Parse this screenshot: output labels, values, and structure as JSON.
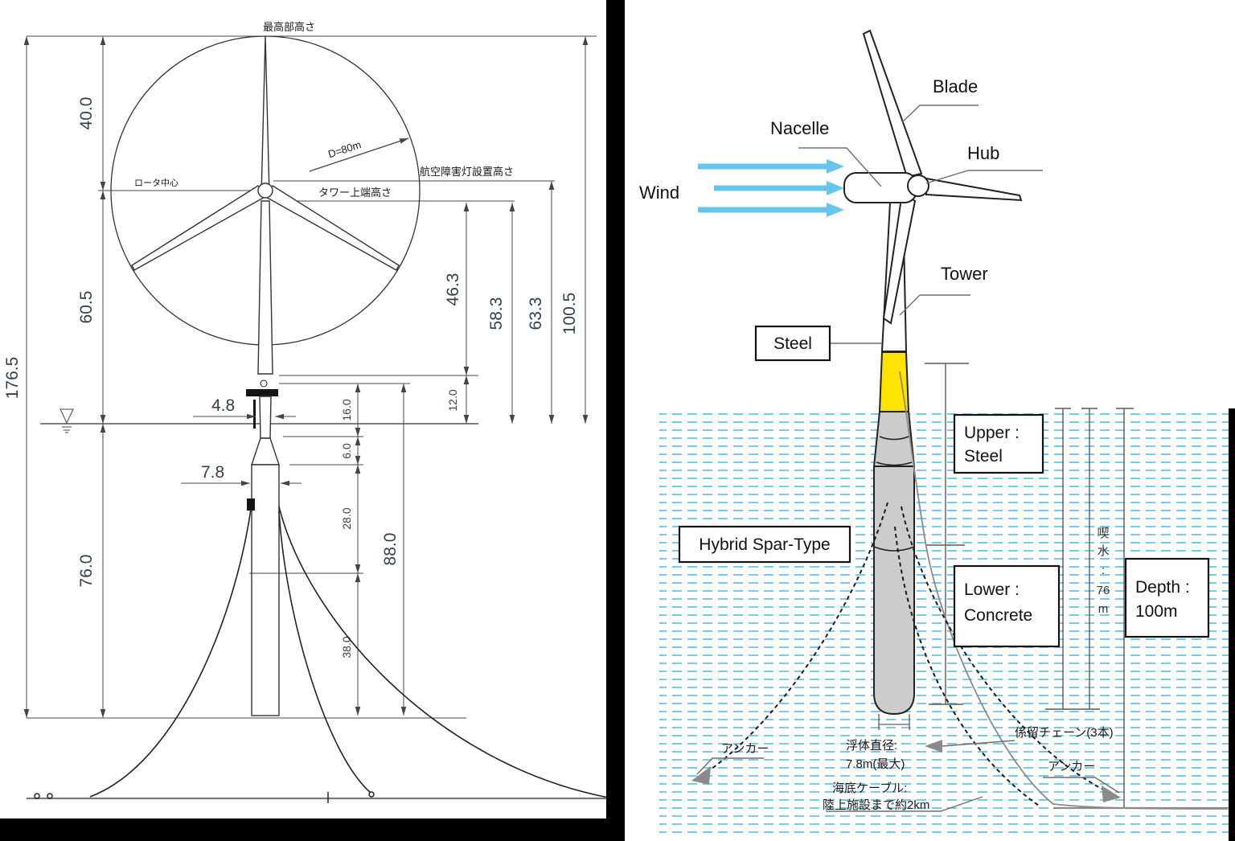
{
  "left": {
    "top_height_label": "最高部高さ",
    "rotor_center_label": "ロータ中心",
    "aviation_light_height_label": "航空障害灯設置高さ",
    "tower_top_height_label": "タワー上端高さ",
    "rotor_diameter_label": "D=80m",
    "dim_overall": "176.5",
    "dim_hub_to_top": "40.0",
    "dim_hub_above_waterline": "60.5",
    "dim_draft": "76.0",
    "dim_tower_upper": "46.3",
    "dim_deck_to_waterline": "12.0",
    "dim_tower_top_height": "58.3",
    "dim_light_height": "63.3",
    "dim_tip_above_waterline": "100.5",
    "dim_upper_column": "16.0",
    "dim_taper_section": "6.0",
    "dim_mid_column": "28.0",
    "dim_lower_column": "38.0",
    "dim_submerged_total": "88.0",
    "dim_neck_diameter": "4.8",
    "dim_spar_diameter": "7.8"
  },
  "right": {
    "wind_label": "Wind",
    "blade_label": "Blade",
    "nacelle_label": "Nacelle",
    "hub_label": "Hub",
    "tower_label": "Tower",
    "steel_label": "Steel",
    "upper_box": {
      "line1": "Upper :",
      "line2": "Steel"
    },
    "lower_box": {
      "line1": "Lower :",
      "line2": "Concrete"
    },
    "type_box_label": "Hybrid Spar-Type",
    "depth_box": {
      "line1": "Depth :",
      "line2": "100m"
    },
    "draft": {
      "c1": "喫",
      "c2": "水",
      "c3": ":",
      "c4": "76",
      "c5": "m"
    },
    "anchor_left_label": "アンカー",
    "anchor_right_label": "アンカー",
    "mooring_chain_label": "係留チェーン(3本)",
    "float_diameter": {
      "line1": "浮体直径:",
      "line2": "7.8m(最大)"
    },
    "seabed_cable": {
      "line1": "海底ケーブル:",
      "line2": "陸上施設まで約2km"
    }
  },
  "colors": {
    "water_blue": "#5bc2e8",
    "wind_arrow_blue": "#66c5ec",
    "steel_yellow": "#ffe400",
    "concrete_gray": "#cccccc"
  }
}
